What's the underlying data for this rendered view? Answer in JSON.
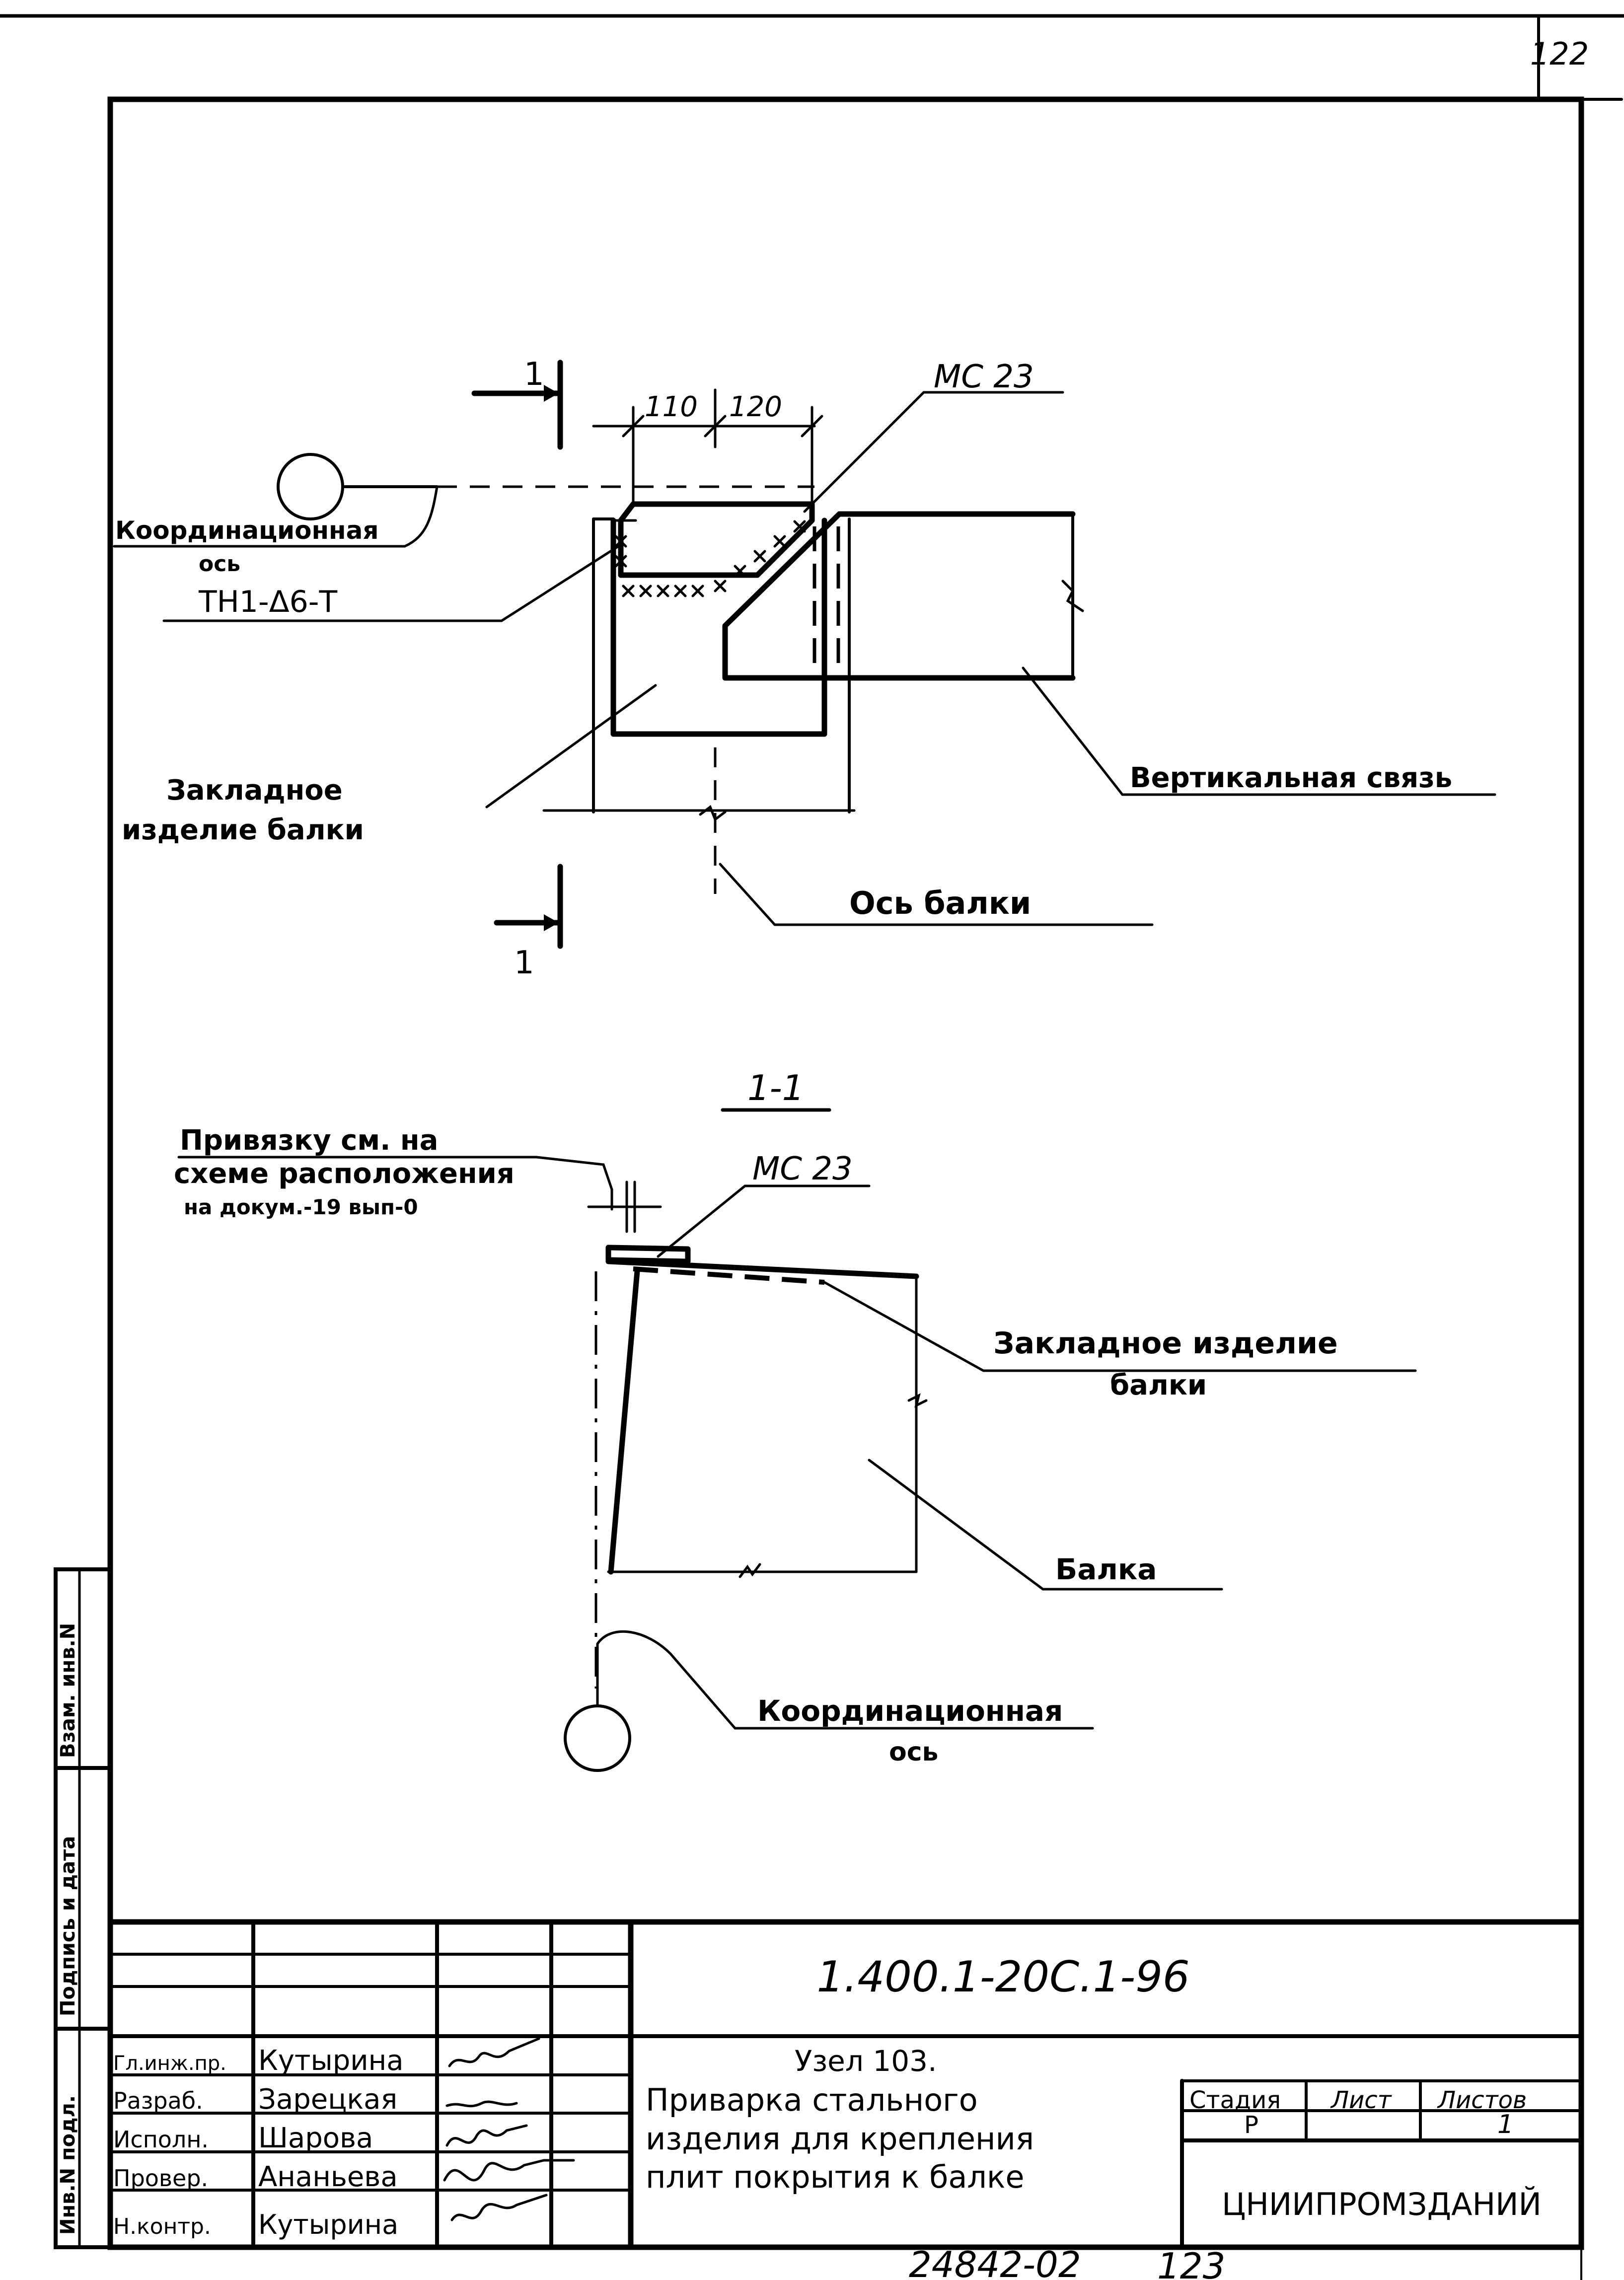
{
  "sheet_number_top": "122",
  "plan_view": {
    "section_mark": "1",
    "dim_1": "110",
    "dim_2": "120",
    "weld_mark": "МС 23",
    "label_coord_axis_1": "Координационная",
    "label_coord_axis_2": "ось",
    "weld_symbol": "ТН1-Δ6-Т",
    "label_embedded_1": "Закладное",
    "label_embedded_2": "изделие балки",
    "label_vertical_brace": "Вертикальная связь",
    "label_beam_axis": "Ось балки"
  },
  "section_view": {
    "title": "1-1",
    "note_line_1": "Привязку см. на",
    "note_line_2": "схеме расположения",
    "note_line_3": "на докум.-19 вып-0",
    "weld_mark": "МС 23",
    "label_embedded_1": "Закладное изделие",
    "label_embedded_2": "балки",
    "label_beam": "Балка",
    "label_coord_axis_1": "Координационная",
    "label_coord_axis_2": "ось"
  },
  "side_stamp": {
    "inv_podl": "Инв.N подл.",
    "podpis_data": "Подпись и дата",
    "vzam_inv": "Взам. инв.N"
  },
  "title_block": {
    "document_code": "1.400.1-20С.1-96",
    "title_line_1": "Узел 103.",
    "title_line_2": "Приварка стального",
    "title_line_3": "изделия для крепления",
    "title_line_4": "плит покрытия к балке",
    "stage_header": "Стадия",
    "sheet_header": "Лист",
    "sheets_header": "Листов",
    "stage_value": "Р",
    "sheet_value": "",
    "sheets_value": "1",
    "organization": "ЦНИИПРОМЗДАНИЙ",
    "people": [
      {
        "role": "Гл.инж.пр.",
        "name": "Кутырина"
      },
      {
        "role": "Разраб.",
        "name": "Зарецкая"
      },
      {
        "role": "Исполн.",
        "name": "Шарова"
      },
      {
        "role": "Провер.",
        "name": "Ананьева"
      },
      {
        "role": "Н.контр.",
        "name": "Кутырина"
      }
    ]
  },
  "footer_left": "24842-02",
  "footer_right": "123"
}
